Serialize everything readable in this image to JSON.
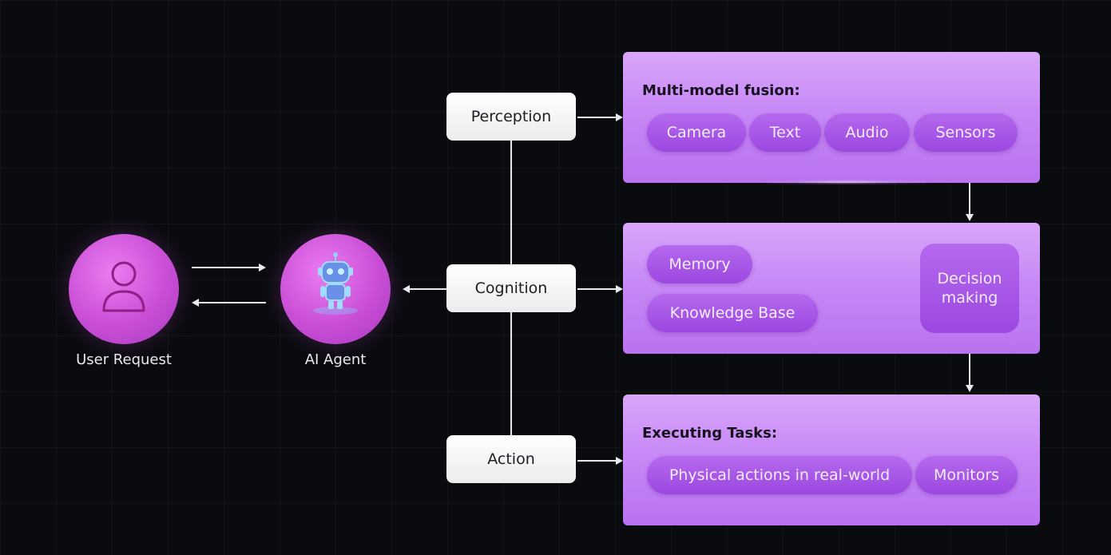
{
  "user": {
    "label": "User Request",
    "icon": "person-icon"
  },
  "agent": {
    "label": "AI Agent",
    "icon": "robot-icon"
  },
  "steps": {
    "perception": "Perception",
    "cognition": "Cognition",
    "action": "Action"
  },
  "perception_panel": {
    "title": "Multi-model fusion:",
    "pills": [
      "Camera",
      "Text",
      "Audio",
      "Sensors"
    ]
  },
  "cognition_panel": {
    "pills": [
      "Memory",
      "Knowledge Base"
    ],
    "decision": "Decision making"
  },
  "action_panel": {
    "title": "Executing Tasks:",
    "pills": [
      "Physical actions in real-world",
      "Monitors"
    ]
  },
  "colors": {
    "background": "#0a0b0f",
    "circle": "#c94ed6",
    "panel": "#c889f6",
    "pill": "#9b48e0",
    "step_box": "#ffffff"
  }
}
